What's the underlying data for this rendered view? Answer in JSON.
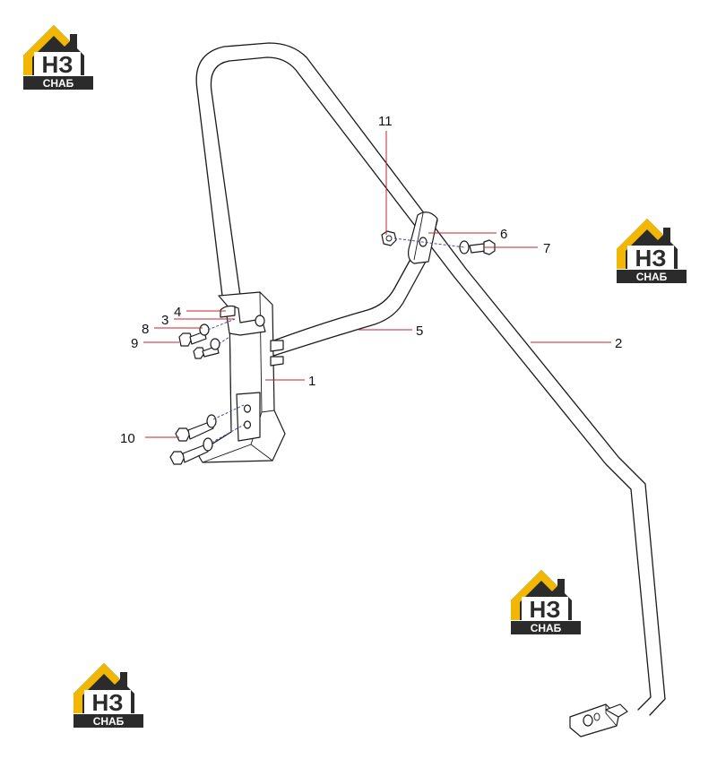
{
  "callouts": [
    {
      "id": "1",
      "label": "1"
    },
    {
      "id": "2",
      "label": "2"
    },
    {
      "id": "3",
      "label": "3"
    },
    {
      "id": "4",
      "label": "4"
    },
    {
      "id": "5",
      "label": "5"
    },
    {
      "id": "6",
      "label": "6"
    },
    {
      "id": "7",
      "label": "7"
    },
    {
      "id": "8",
      "label": "8"
    },
    {
      "id": "9",
      "label": "9"
    },
    {
      "id": "10",
      "label": "10"
    },
    {
      "id": "11",
      "label": "11"
    }
  ],
  "watermark": {
    "letters": "НЗ",
    "caption": "СНАБ",
    "colors": {
      "roof": "#f2b705",
      "body": "#2b2b2b",
      "caption_bg": "#2b2b2b",
      "caption_text": "#ffffff",
      "letters": "#2b2b2b"
    }
  },
  "colors": {
    "leader": "#c8202a",
    "dashed_axis": "#4a4aa8",
    "line": "#1a1a1a"
  }
}
